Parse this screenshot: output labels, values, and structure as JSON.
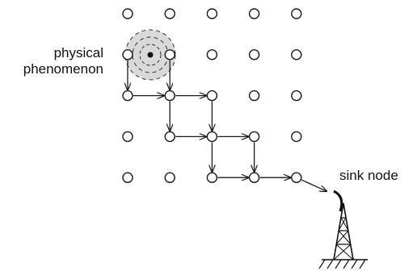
{
  "labels": {
    "phenomenon_line1": "physical",
    "phenomenon_line2": "phenomenon",
    "sink": "sink node"
  },
  "grid": {
    "rows": 5,
    "cols": 5
  },
  "routing_edges": [
    {
      "from": [
        1,
        0
      ],
      "to": [
        2,
        0
      ]
    },
    {
      "from": [
        1,
        1
      ],
      "to": [
        2,
        1
      ]
    },
    {
      "from": [
        2,
        0
      ],
      "to": [
        2,
        1
      ]
    },
    {
      "from": [
        2,
        1
      ],
      "to": [
        2,
        2
      ]
    },
    {
      "from": [
        2,
        1
      ],
      "to": [
        3,
        1
      ]
    },
    {
      "from": [
        2,
        2
      ],
      "to": [
        3,
        2
      ]
    },
    {
      "from": [
        3,
        1
      ],
      "to": [
        3,
        2
      ]
    },
    {
      "from": [
        3,
        2
      ],
      "to": [
        3,
        3
      ]
    },
    {
      "from": [
        3,
        2
      ],
      "to": [
        4,
        2
      ]
    },
    {
      "from": [
        3,
        3
      ],
      "to": [
        4,
        3
      ]
    },
    {
      "from": [
        4,
        2
      ],
      "to": [
        4,
        3
      ]
    },
    {
      "from": [
        4,
        3
      ],
      "to": [
        4,
        4
      ]
    },
    {
      "from": [
        4,
        4
      ],
      "to": "sink"
    }
  ],
  "colors": {
    "stroke": "#1a1a1a",
    "halo_fill": "#d9d9d9",
    "background": "#ffffff"
  },
  "icons": {
    "sink": "antenna-tower-icon",
    "phenomenon": "event-source-icon"
  }
}
